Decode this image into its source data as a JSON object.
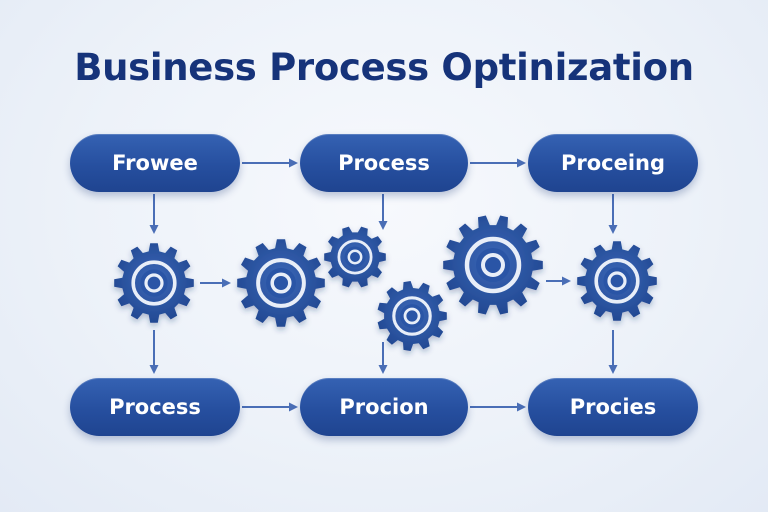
{
  "title": "Business Process Optinization",
  "colors": {
    "node": "#2a55a6",
    "gear": "#2b56a8",
    "arrow": "#4a6eb6",
    "title": "#16337a",
    "background": "#eef2f9"
  },
  "top_row": [
    {
      "label": "Frowee"
    },
    {
      "label": "Process"
    },
    {
      "label": "Proceing"
    }
  ],
  "bottom_row": [
    {
      "label": "Process"
    },
    {
      "label": "Procion"
    },
    {
      "label": "Procies"
    }
  ],
  "gears": [
    {
      "name": "gear-icon"
    },
    {
      "name": "gear-icon"
    },
    {
      "name": "gear-icon"
    },
    {
      "name": "gear-icon"
    },
    {
      "name": "gear-icon"
    },
    {
      "name": "gear-icon"
    }
  ]
}
